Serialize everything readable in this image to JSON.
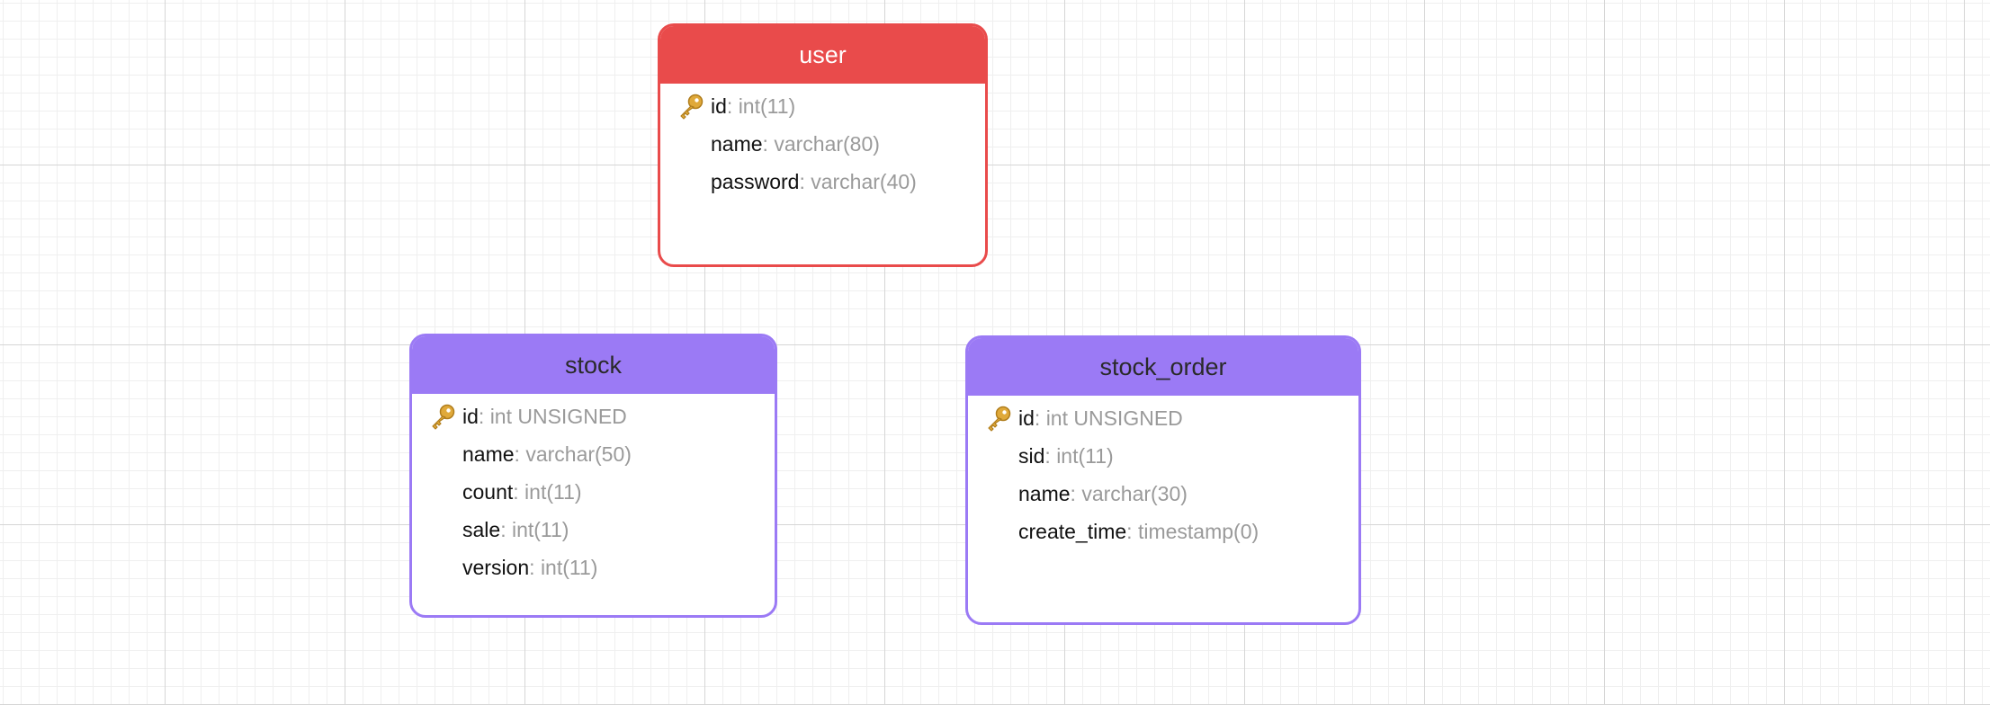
{
  "entities": [
    {
      "name": "user",
      "header_color": "#e94b4b",
      "fields": [
        {
          "name": "id",
          "type": "int(11)",
          "primary_key": true
        },
        {
          "name": "name",
          "type": "varchar(80)",
          "primary_key": false
        },
        {
          "name": "password",
          "type": "varchar(40)",
          "primary_key": false
        }
      ]
    },
    {
      "name": "stock",
      "header_color": "#9b7af5",
      "fields": [
        {
          "name": "id",
          "type": "int UNSIGNED",
          "primary_key": true
        },
        {
          "name": "name",
          "type": "varchar(50)",
          "primary_key": false
        },
        {
          "name": "count",
          "type": "int(11)",
          "primary_key": false
        },
        {
          "name": "sale",
          "type": "int(11)",
          "primary_key": false
        },
        {
          "name": "version",
          "type": "int(11)",
          "primary_key": false
        }
      ]
    },
    {
      "name": "stock_order",
      "header_color": "#9b7af5",
      "fields": [
        {
          "name": "id",
          "type": "int UNSIGNED",
          "primary_key": true
        },
        {
          "name": "sid",
          "type": "int(11)",
          "primary_key": false
        },
        {
          "name": "name",
          "type": "varchar(30)",
          "primary_key": false
        },
        {
          "name": "create_time",
          "type": "timestamp(0)",
          "primary_key": false
        }
      ]
    }
  ],
  "icons": {
    "primary_key": "key-icon"
  }
}
